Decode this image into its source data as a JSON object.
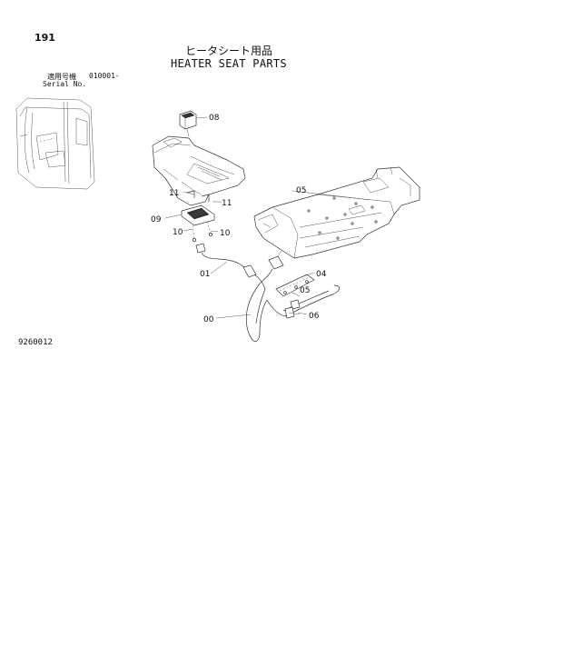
{
  "page_number": "191",
  "title_japanese": "ヒータシート用品",
  "title_english": "HEATER SEAT PARTS",
  "serial": {
    "label_japanese": "適用号機",
    "label_english": "Serial No.",
    "value": "010001-"
  },
  "figure_number": "9260012",
  "callouts": {
    "c08": "08",
    "c05a": "05",
    "c11a": "11",
    "c11b": "11",
    "c09": "09",
    "c10a": "10",
    "c10b": "10",
    "c01": "01",
    "c04": "04",
    "c05b": "05",
    "c06": "06",
    "c00": "00"
  }
}
